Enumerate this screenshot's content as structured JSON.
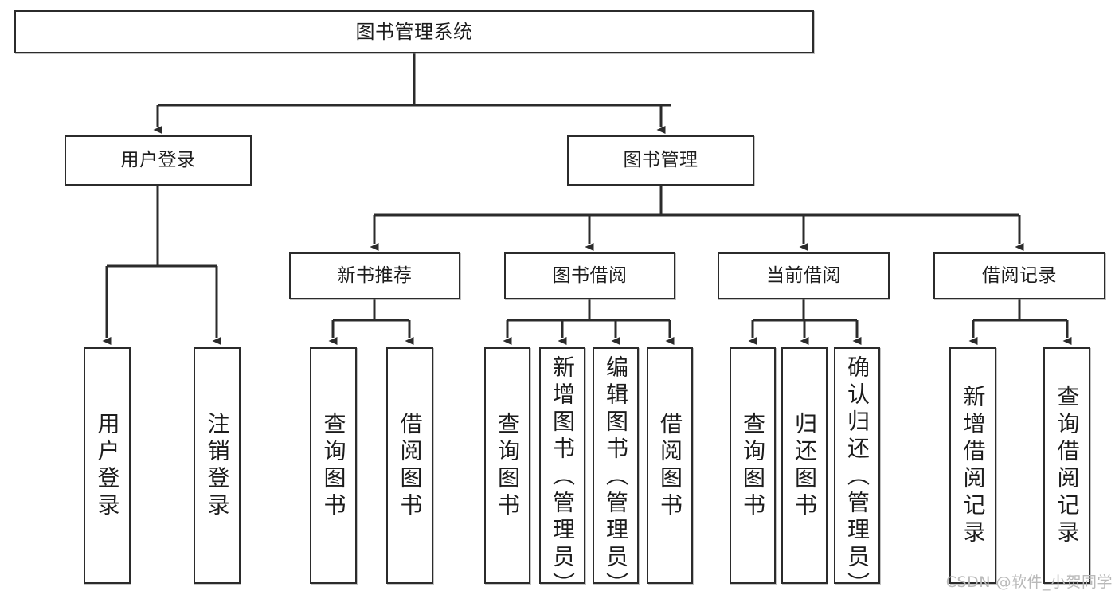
{
  "diagram": {
    "title": "图书管理系统",
    "watermark": "CSDN @软件_小贺同学",
    "stroke_color": "#2b2b2b",
    "text_color": "#1c1c1c",
    "background_color": "#ffffff",
    "watermark_color": "#b9b9b9"
  },
  "nodes": {
    "root": {
      "label": "图书管理系统"
    },
    "level2": [
      {
        "label": "用户登录"
      },
      {
        "label": "图书管理"
      }
    ],
    "level3": [
      {
        "label": "新书推荐"
      },
      {
        "label": "图书借阅"
      },
      {
        "label": "当前借阅"
      },
      {
        "label": "借阅记录"
      }
    ],
    "leaves": {
      "user_login": [
        {
          "label": "用户登录"
        },
        {
          "label": "注销登录"
        }
      ],
      "new_book_recommend": [
        {
          "label": "查询图书"
        },
        {
          "label": "借阅图书"
        }
      ],
      "book_borrow": [
        {
          "label": "查询图书"
        },
        {
          "label": "新增图书（管理员）"
        },
        {
          "label": "编辑图书（管理员）"
        },
        {
          "label": "借阅图书"
        }
      ],
      "current_borrow": [
        {
          "label": "查询图书"
        },
        {
          "label": "归还图书"
        },
        {
          "label": "确认归还（管理员）"
        }
      ],
      "borrow_record": [
        {
          "label": "新增借阅记录"
        },
        {
          "label": "查询借阅记录"
        }
      ]
    }
  }
}
